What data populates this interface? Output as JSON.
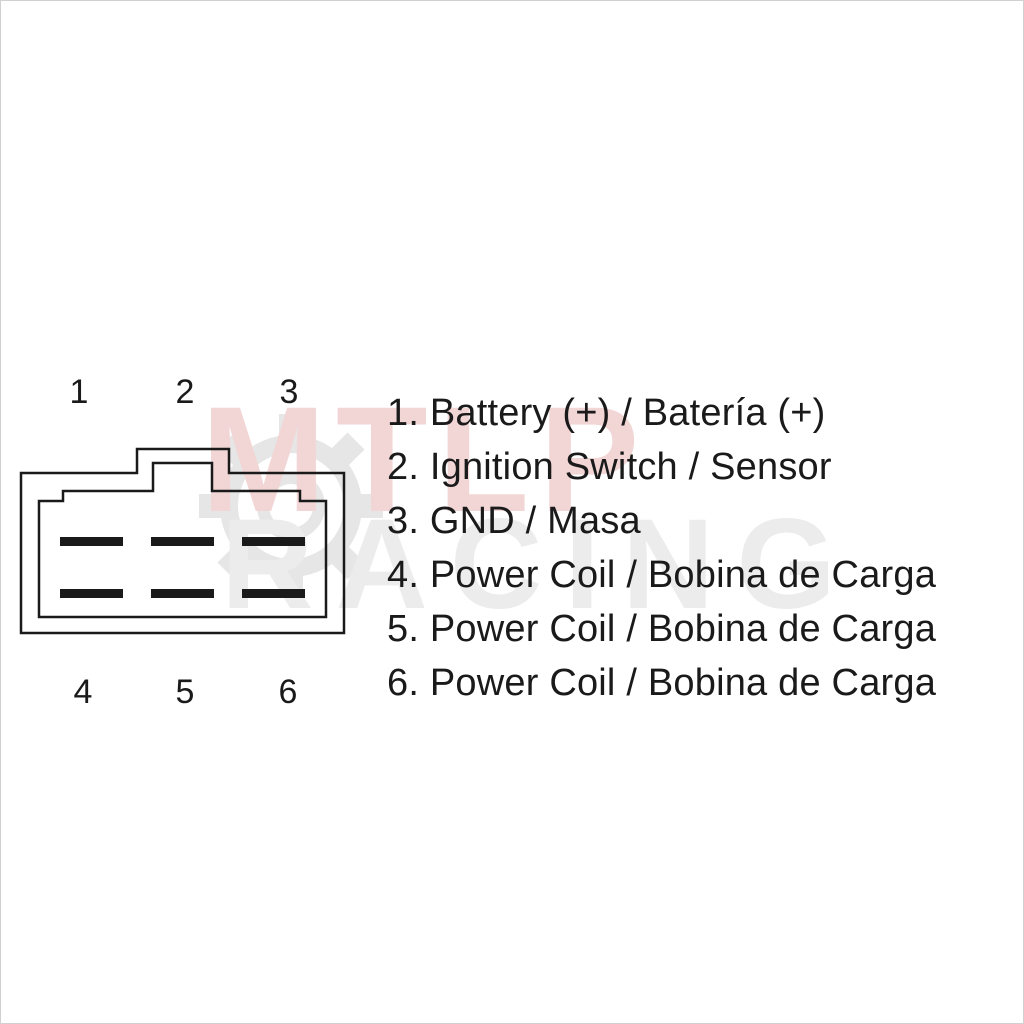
{
  "watermark": {
    "top_text": "MTLP",
    "bottom_text": "RACING"
  },
  "connector": {
    "top_pins": [
      "1",
      "2",
      "3"
    ],
    "bottom_pins": [
      "4",
      "5",
      "6"
    ]
  },
  "legend": [
    "1. Battery (+) / Batería (+)",
    "2. Ignition Switch / Sensor",
    "3. GND / Masa",
    "4. Power Coil / Bobina de Carga",
    "5. Power Coil / Bobina de Carga",
    "6. Power Coil / Bobina de Carga"
  ],
  "colors": {
    "line": "#1a1a1a",
    "watermark_red": "#f2d6d6",
    "watermark_grey": "#ececec"
  }
}
